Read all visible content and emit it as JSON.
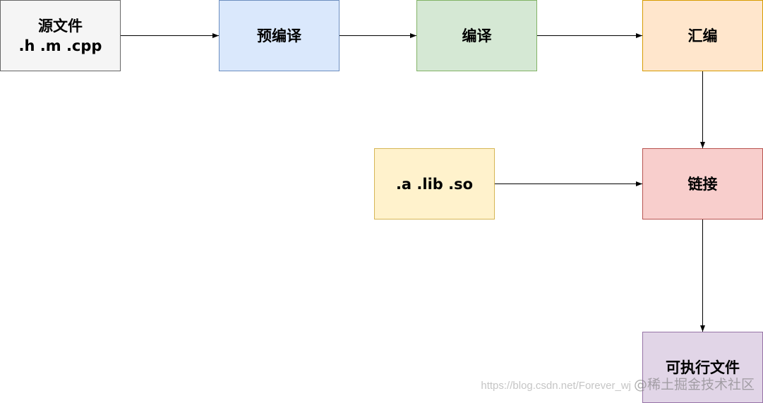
{
  "diagram": {
    "nodes": [
      {
        "id": "source",
        "lines": [
          "源文件",
          ".h .m .cpp"
        ],
        "fill": "#f5f5f5",
        "stroke": "#666666"
      },
      {
        "id": "pre",
        "lines": [
          "预编译"
        ],
        "fill": "#dae8fc",
        "stroke": "#6c8ebf"
      },
      {
        "id": "compile",
        "lines": [
          "编译"
        ],
        "fill": "#d5e8d4",
        "stroke": "#82b366"
      },
      {
        "id": "asm",
        "lines": [
          "汇编"
        ],
        "fill": "#ffe6cc",
        "stroke": "#d79b00"
      },
      {
        "id": "libs",
        "lines": [
          ".a  .lib .so"
        ],
        "fill": "#fff2cc",
        "stroke": "#d6b656"
      },
      {
        "id": "link",
        "lines": [
          "链接"
        ],
        "fill": "#f8cecc",
        "stroke": "#b85450"
      },
      {
        "id": "exe",
        "lines": [
          "可执行文件"
        ],
        "fill": "#e1d5e7",
        "stroke": "#9673a6"
      }
    ],
    "edges": [
      {
        "from": "source",
        "to": "pre"
      },
      {
        "from": "pre",
        "to": "compile"
      },
      {
        "from": "compile",
        "to": "asm"
      },
      {
        "from": "asm",
        "to": "link"
      },
      {
        "from": "libs",
        "to": "link"
      },
      {
        "from": "link",
        "to": "exe"
      }
    ],
    "edge_color": "#000000"
  },
  "watermark": {
    "url": "https://blog.csdn.net/Forever_wj",
    "brand": "@稀土掘金技术社区"
  }
}
